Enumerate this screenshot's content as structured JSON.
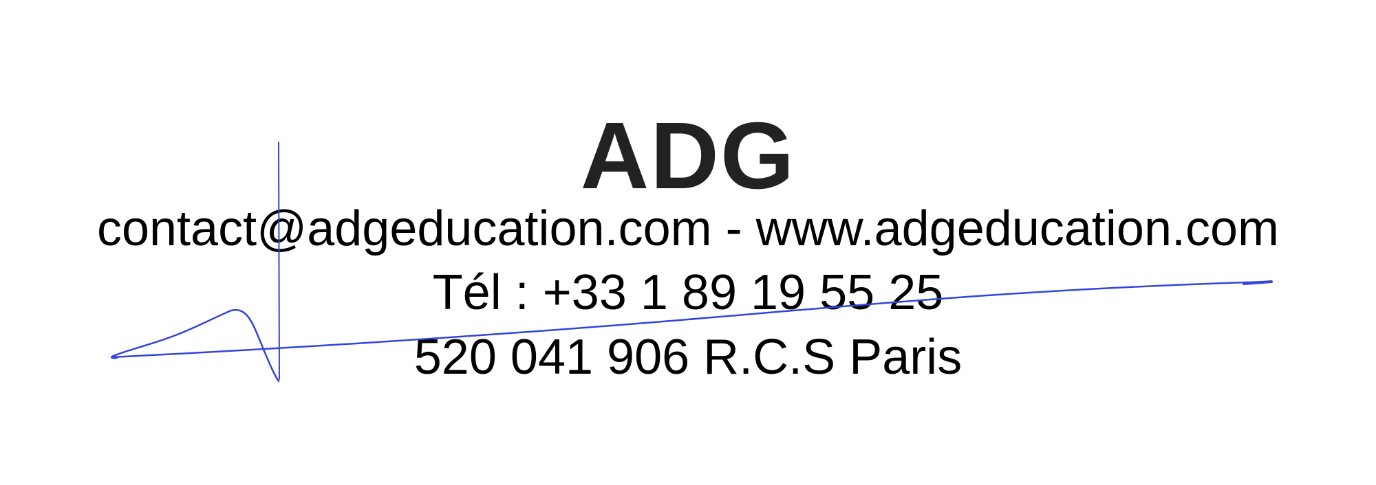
{
  "stamp": {
    "brand": "ADG",
    "contact_line": "contact@adgeducation.com - www.adgeducation.com",
    "phone_line": "Tél : +33 1 89 19 55 25",
    "registration_line": "520 041 906 R.C.S Paris"
  },
  "colors": {
    "brand_text": "#222222",
    "body_text": "#000000",
    "signature_ink": "#3344dd"
  }
}
